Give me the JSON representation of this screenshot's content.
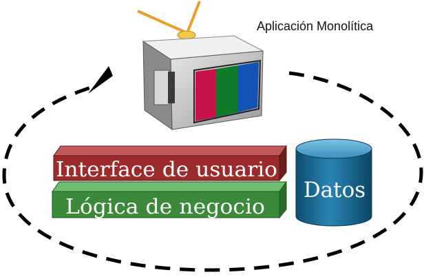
{
  "title": "Aplicación Monolítica",
  "layers": {
    "ui_label": "Interface de usuario",
    "logic_label": "Lógica de negocio"
  },
  "database": {
    "label": "Datos"
  },
  "colors": {
    "ui_layer": "#9c2c2c",
    "logic_layer": "#3a8a3a",
    "database": "#1d6e96",
    "screen_red": "#c8124a",
    "screen_green": "#0e7a2a",
    "screen_blue": "#1452b8",
    "antenna": "#e8a02a"
  },
  "icons": [
    "tv-icon",
    "antenna-icon",
    "database-icon",
    "cycle-arrow-icon"
  ]
}
